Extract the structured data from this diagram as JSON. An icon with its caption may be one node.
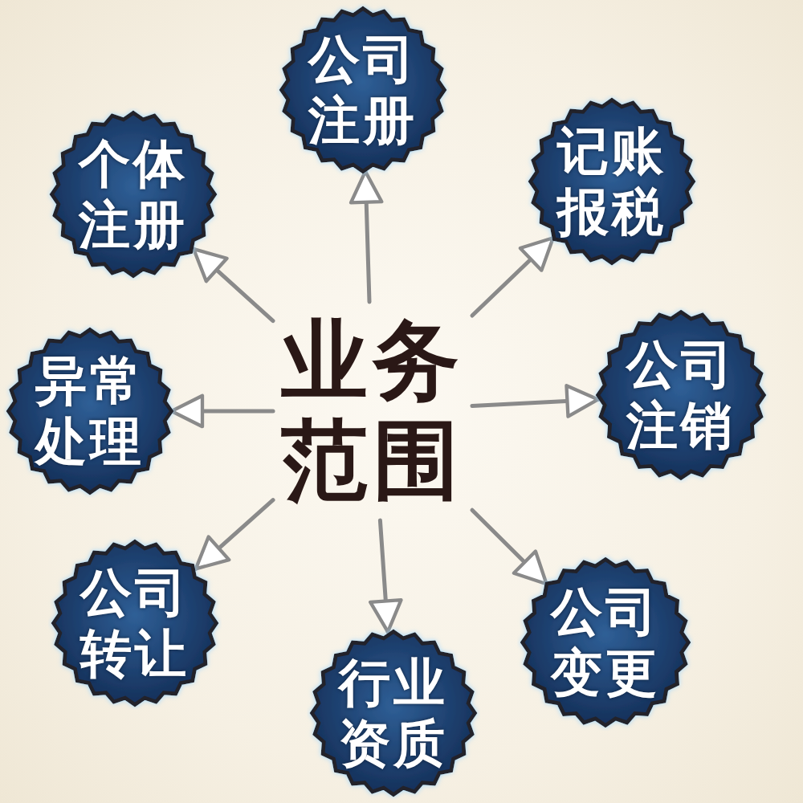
{
  "diagram": {
    "nodes": [
      {
        "text": [
          "业务范围"
        ]
      },
      {
        "text": [
          "公司注册"
        ]
      },
      {
        "text": [
          "记账报税"
        ]
      },
      {
        "text": [
          "公司注销"
        ]
      },
      {
        "text": [
          "公司变更"
        ]
      },
      {
        "text": [
          "行业资质"
        ]
      },
      {
        "text": [
          "公司转让"
        ]
      },
      {
        "text": [
          "异常处理"
        ]
      },
      {
        "text": [
          "个体注册"
        ]
      }
    ],
    "edges": [
      {
        "from": 0,
        "to": 1,
        "arrow": "to"
      },
      {
        "from": 0,
        "to": 2,
        "arrow": "to"
      },
      {
        "from": 0,
        "to": 3,
        "arrow": "to"
      },
      {
        "from": 0,
        "to": 4,
        "arrow": "to"
      },
      {
        "from": 0,
        "to": 5,
        "arrow": "to"
      },
      {
        "from": 0,
        "to": 6,
        "arrow": "to"
      },
      {
        "from": 0,
        "to": 7,
        "arrow": "to"
      },
      {
        "from": 0,
        "to": 8,
        "arrow": "to"
      }
    ]
  }
}
